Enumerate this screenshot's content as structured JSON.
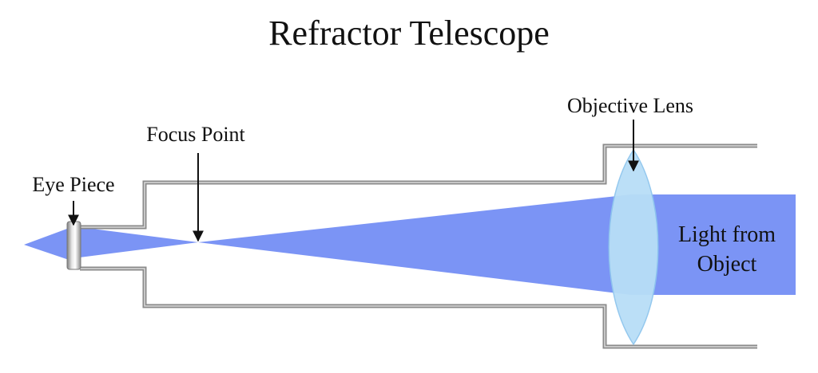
{
  "title": "Refractor Telescope",
  "labels": {
    "eye_piece": "Eye Piece",
    "focus_point": "Focus Point",
    "objective_lens": "Objective Lens",
    "light_line1": "Light from",
    "light_line2": "Object"
  },
  "colors": {
    "light_beam": "#7b94f5",
    "lens_fill": "#b8def7",
    "lens_edge": "#8fc6ee",
    "tube_outer": "#8a8a8a",
    "tube_inner": "#cfcfcf",
    "eyepiece_metal": "#a9a9a9",
    "text": "#111111"
  }
}
